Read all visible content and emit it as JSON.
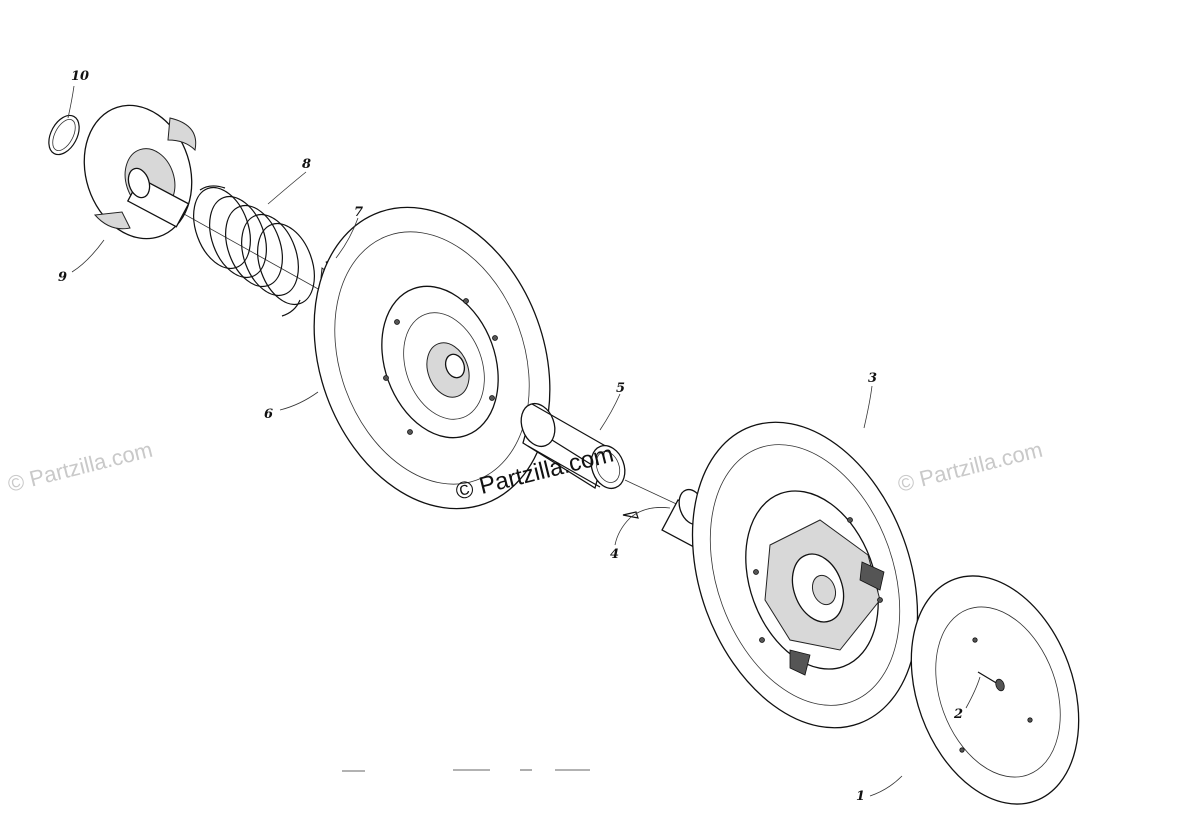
{
  "watermarks": {
    "left": "© Partzilla.com",
    "center": "© Partzilla.com",
    "right": "© Partzilla.com"
  },
  "callouts": {
    "p1": "1",
    "p2": "2",
    "p3": "3",
    "p4": "4",
    "p5": "5",
    "p6": "6",
    "p7": "7",
    "p8": "8",
    "p9": "9",
    "p10": "10"
  }
}
